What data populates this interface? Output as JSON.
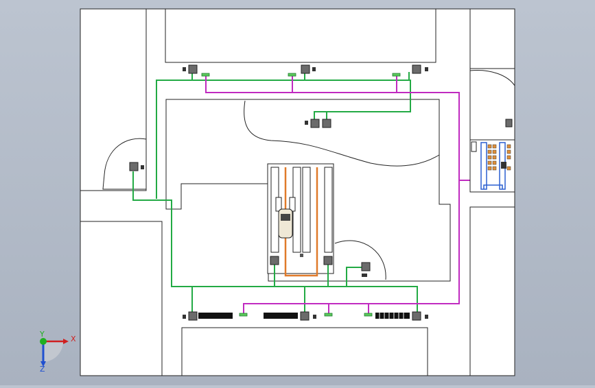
{
  "viewport": {
    "background_top": "#bcc4d0",
    "background_bottom": "#a9b2c0"
  },
  "colors": {
    "sheet": "#ffffff",
    "outline": "#222222",
    "green_cable": "#22aa44",
    "magenta_cable": "#c02ac0",
    "orange_rail": "#e07a2a",
    "blue_duct": "#2a5fd0",
    "device": "#6b6b6b",
    "connector": "#5cc85c"
  },
  "triad": {
    "x_label": "X",
    "y_label": "Y",
    "z_label": "Z",
    "x_color": "#d02020",
    "y_color": "#20b020",
    "z_color": "#2050d0"
  },
  "icons": [
    "axis-triad-icon",
    "network-switch-icon",
    "agv-forklift-icon",
    "electrical-cabinet-icon"
  ]
}
